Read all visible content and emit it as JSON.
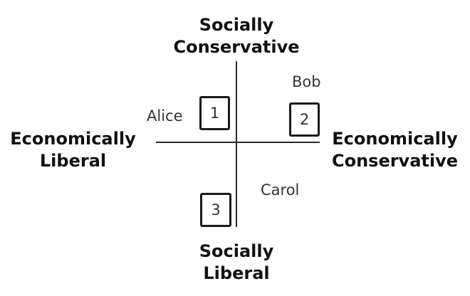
{
  "axes": {
    "top": "Socially\nConservative",
    "bottom": "Socially\nLiberal",
    "left": "Economically\nLiberal",
    "right": "Economically\nConservative"
  },
  "people": [
    {
      "name": "Alice",
      "number": "1"
    },
    {
      "name": "Bob",
      "number": "2"
    },
    {
      "name": "Carol",
      "number": "3"
    }
  ]
}
